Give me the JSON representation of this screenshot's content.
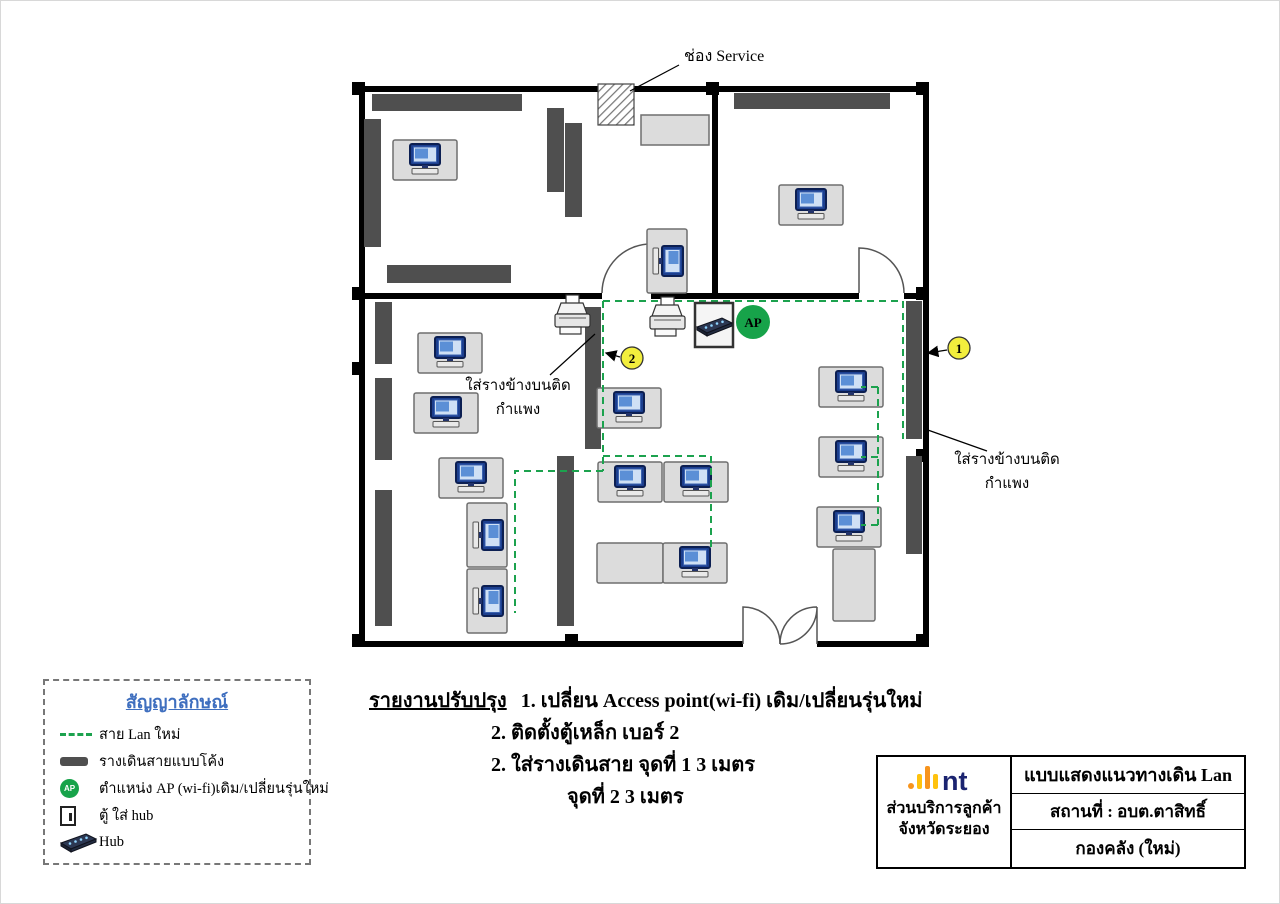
{
  "diagram": {
    "labels": {
      "service": "ช่อง Service",
      "tray_left_line1": "ใส่รางข้างบนติด",
      "tray_left_line2": "กำแพง",
      "tray_right_line1": "ใส่รางข้างบนติด",
      "tray_right_line2": "กำแพง",
      "ap": "AP",
      "point1": "1",
      "point2": "2"
    },
    "colors": {
      "lan_green": "#1ca24e",
      "tray_gray": "#4f4f4f",
      "ap_green": "#17a34a",
      "marker_yellow": "#f2ee3d"
    }
  },
  "legend": {
    "title": "สัญญาลักษณ์",
    "ap_badge": "AP",
    "items": [
      {
        "icon": "lan-line-icon",
        "label": "สาย Lan ใหม่"
      },
      {
        "icon": "cable-tray-icon",
        "label": "รางเดินสายแบบโค้ง"
      },
      {
        "icon": "ap-icon",
        "label": "ตำแหน่ง AP (wi-fi)เดิม/เปลี่ยนรุ่นใหม่"
      },
      {
        "icon": "cabinet-icon",
        "label": "ตู้  ใส่ hub"
      },
      {
        "icon": "hub-icon",
        "label": "Hub"
      }
    ]
  },
  "report": {
    "heading": "รายงานปรับปรุง",
    "line1": "1. เปลี่ยน Access point(wi-fi) เดิม/เปลี่ยนรุ่นใหม่",
    "line2": "2. ติดตั้งตู้เหล็ก เบอร์ 2",
    "line3": "2. ใส่รางเดินสาย  จุดที่ 1  3 เมตร",
    "line4": "จุดที่ 2  3 เมตร"
  },
  "titleblock": {
    "logo_text": "nt",
    "org_line1": "ส่วนบริการลูกค้า",
    "org_line2": "จังหวัดระยอง",
    "row1": "แบบแสดงแนวทางเดิน Lan",
    "row2": "สถานที่ : อบต.ตาสิทธิ์",
    "row3": "กองคลัง (ใหม่)"
  }
}
